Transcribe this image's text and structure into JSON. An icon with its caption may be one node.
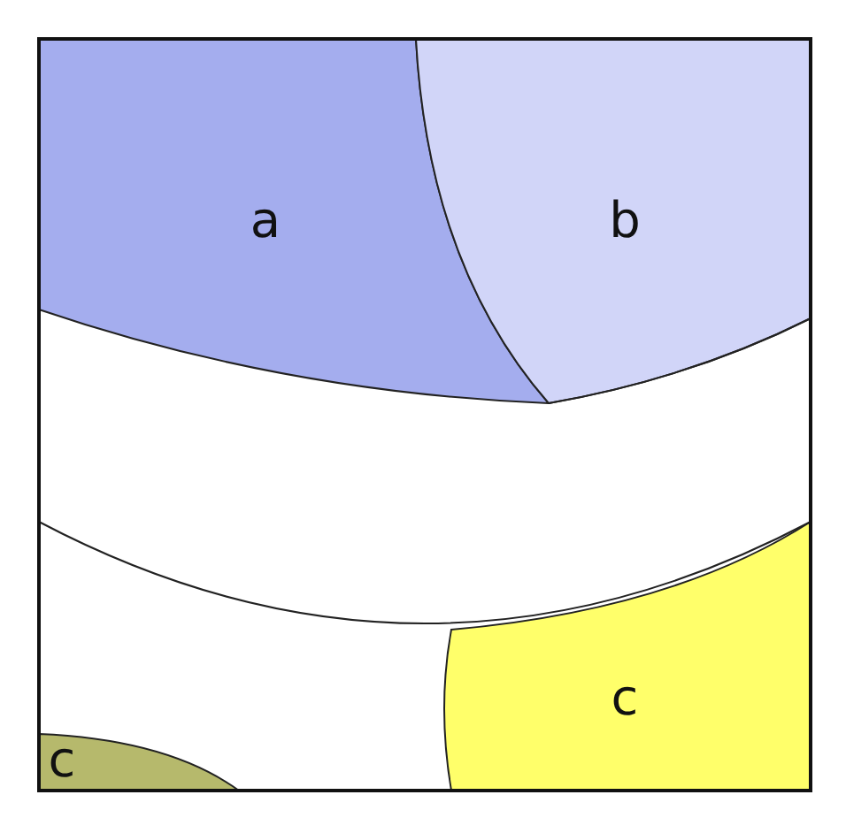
{
  "diagram": {
    "nodes": [
      {
        "text": [
          "a"
        ]
      },
      {
        "text": [
          "b"
        ]
      },
      {
        "text": [
          "c"
        ]
      },
      {
        "text": [
          "c"
        ]
      }
    ]
  }
}
